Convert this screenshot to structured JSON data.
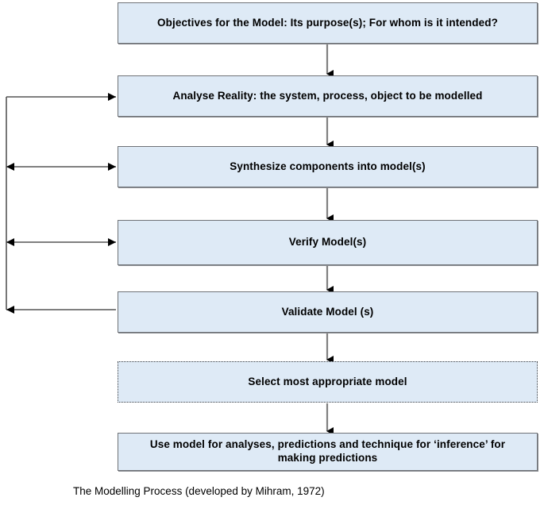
{
  "diagram": {
    "type": "flowchart",
    "caption": "The Modelling Process (developed by Mihram, 1972)",
    "palette": {
      "node_fill": "#deeaf6",
      "node_border": "#6f7277",
      "dotted_border": "#3a3d42",
      "connector_line": "#808080",
      "arrowhead": "#000000",
      "feedback_line": "#555555",
      "text": "#000000",
      "background": "#ffffff"
    },
    "nodes": [
      {
        "id": "objectives",
        "label": "Objectives for the Model: Its purpose(s); For whom is it intended?",
        "border_style": "solid"
      },
      {
        "id": "analyse-reality",
        "label": "Analyse Reality: the system, process, object to be modelled",
        "border_style": "solid"
      },
      {
        "id": "synthesize",
        "label": "Synthesize components into model(s)",
        "border_style": "solid"
      },
      {
        "id": "verify",
        "label": "Verify Model(s)",
        "border_style": "solid"
      },
      {
        "id": "validate",
        "label": "Validate Model (s)",
        "border_style": "solid"
      },
      {
        "id": "select",
        "label": "Select most appropriate model",
        "border_style": "dotted"
      },
      {
        "id": "use-model",
        "label_line_1": "Use model for analyses, predictions and technique for ‘inference’ for",
        "label_line_2": "making predictions",
        "border_style": "solid"
      }
    ],
    "flow_connectors": [
      {
        "from": "objectives",
        "to": "analyse-reality",
        "direction": "down"
      },
      {
        "from": "analyse-reality",
        "to": "synthesize",
        "direction": "down"
      },
      {
        "from": "synthesize",
        "to": "verify",
        "direction": "down"
      },
      {
        "from": "verify",
        "to": "validate",
        "direction": "down"
      },
      {
        "from": "validate",
        "to": "select",
        "direction": "down"
      },
      {
        "from": "select",
        "to": "use-model",
        "direction": "down"
      }
    ],
    "feedback_connectors": [
      {
        "id": "feedback-to-analyse-reality",
        "target": "analyse-reality",
        "arrows": "right"
      },
      {
        "id": "feedback-synthesize",
        "target": "synthesize",
        "arrows": "both"
      },
      {
        "id": "feedback-verify",
        "target": "verify",
        "arrows": "both"
      },
      {
        "id": "feedback-from-validate",
        "target": "validate",
        "arrows": "left"
      }
    ]
  }
}
